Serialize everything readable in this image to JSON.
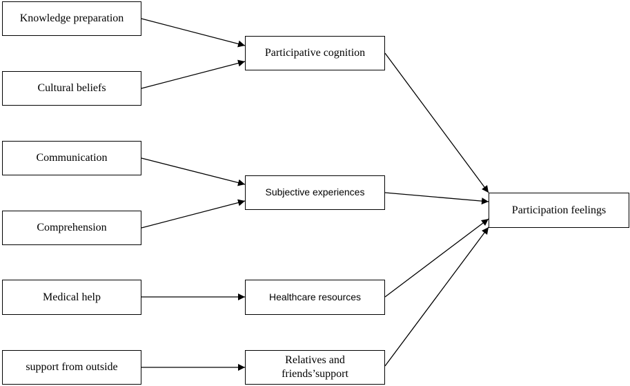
{
  "nodes": {
    "knowledge_preparation": "Knowledge preparation",
    "cultural_beliefs": "Cultural beliefs",
    "communication": "Communication",
    "comprehension": "Comprehension",
    "medical_help": "Medical help",
    "support_from_outside": "support from outside",
    "participative_cognition": "Participative cognition",
    "subjective_experiences": "Subjective experiences",
    "healthcare_resources": "Healthcare resources",
    "relatives_line1": "Relatives and",
    "relatives_line2": "friends’support",
    "participation_feelings": "Participation feelings"
  },
  "edges": [
    {
      "from": "knowledge_preparation",
      "to": "participative_cognition"
    },
    {
      "from": "cultural_beliefs",
      "to": "participative_cognition"
    },
    {
      "from": "communication",
      "to": "subjective_experiences"
    },
    {
      "from": "comprehension",
      "to": "subjective_experiences"
    },
    {
      "from": "medical_help",
      "to": "healthcare_resources"
    },
    {
      "from": "support_from_outside",
      "to": "relatives_and_friends_support"
    },
    {
      "from": "participative_cognition",
      "to": "participation_feelings"
    },
    {
      "from": "subjective_experiences",
      "to": "participation_feelings"
    },
    {
      "from": "healthcare_resources",
      "to": "participation_feelings"
    },
    {
      "from": "relatives_and_friends_support",
      "to": "participation_feelings"
    }
  ]
}
